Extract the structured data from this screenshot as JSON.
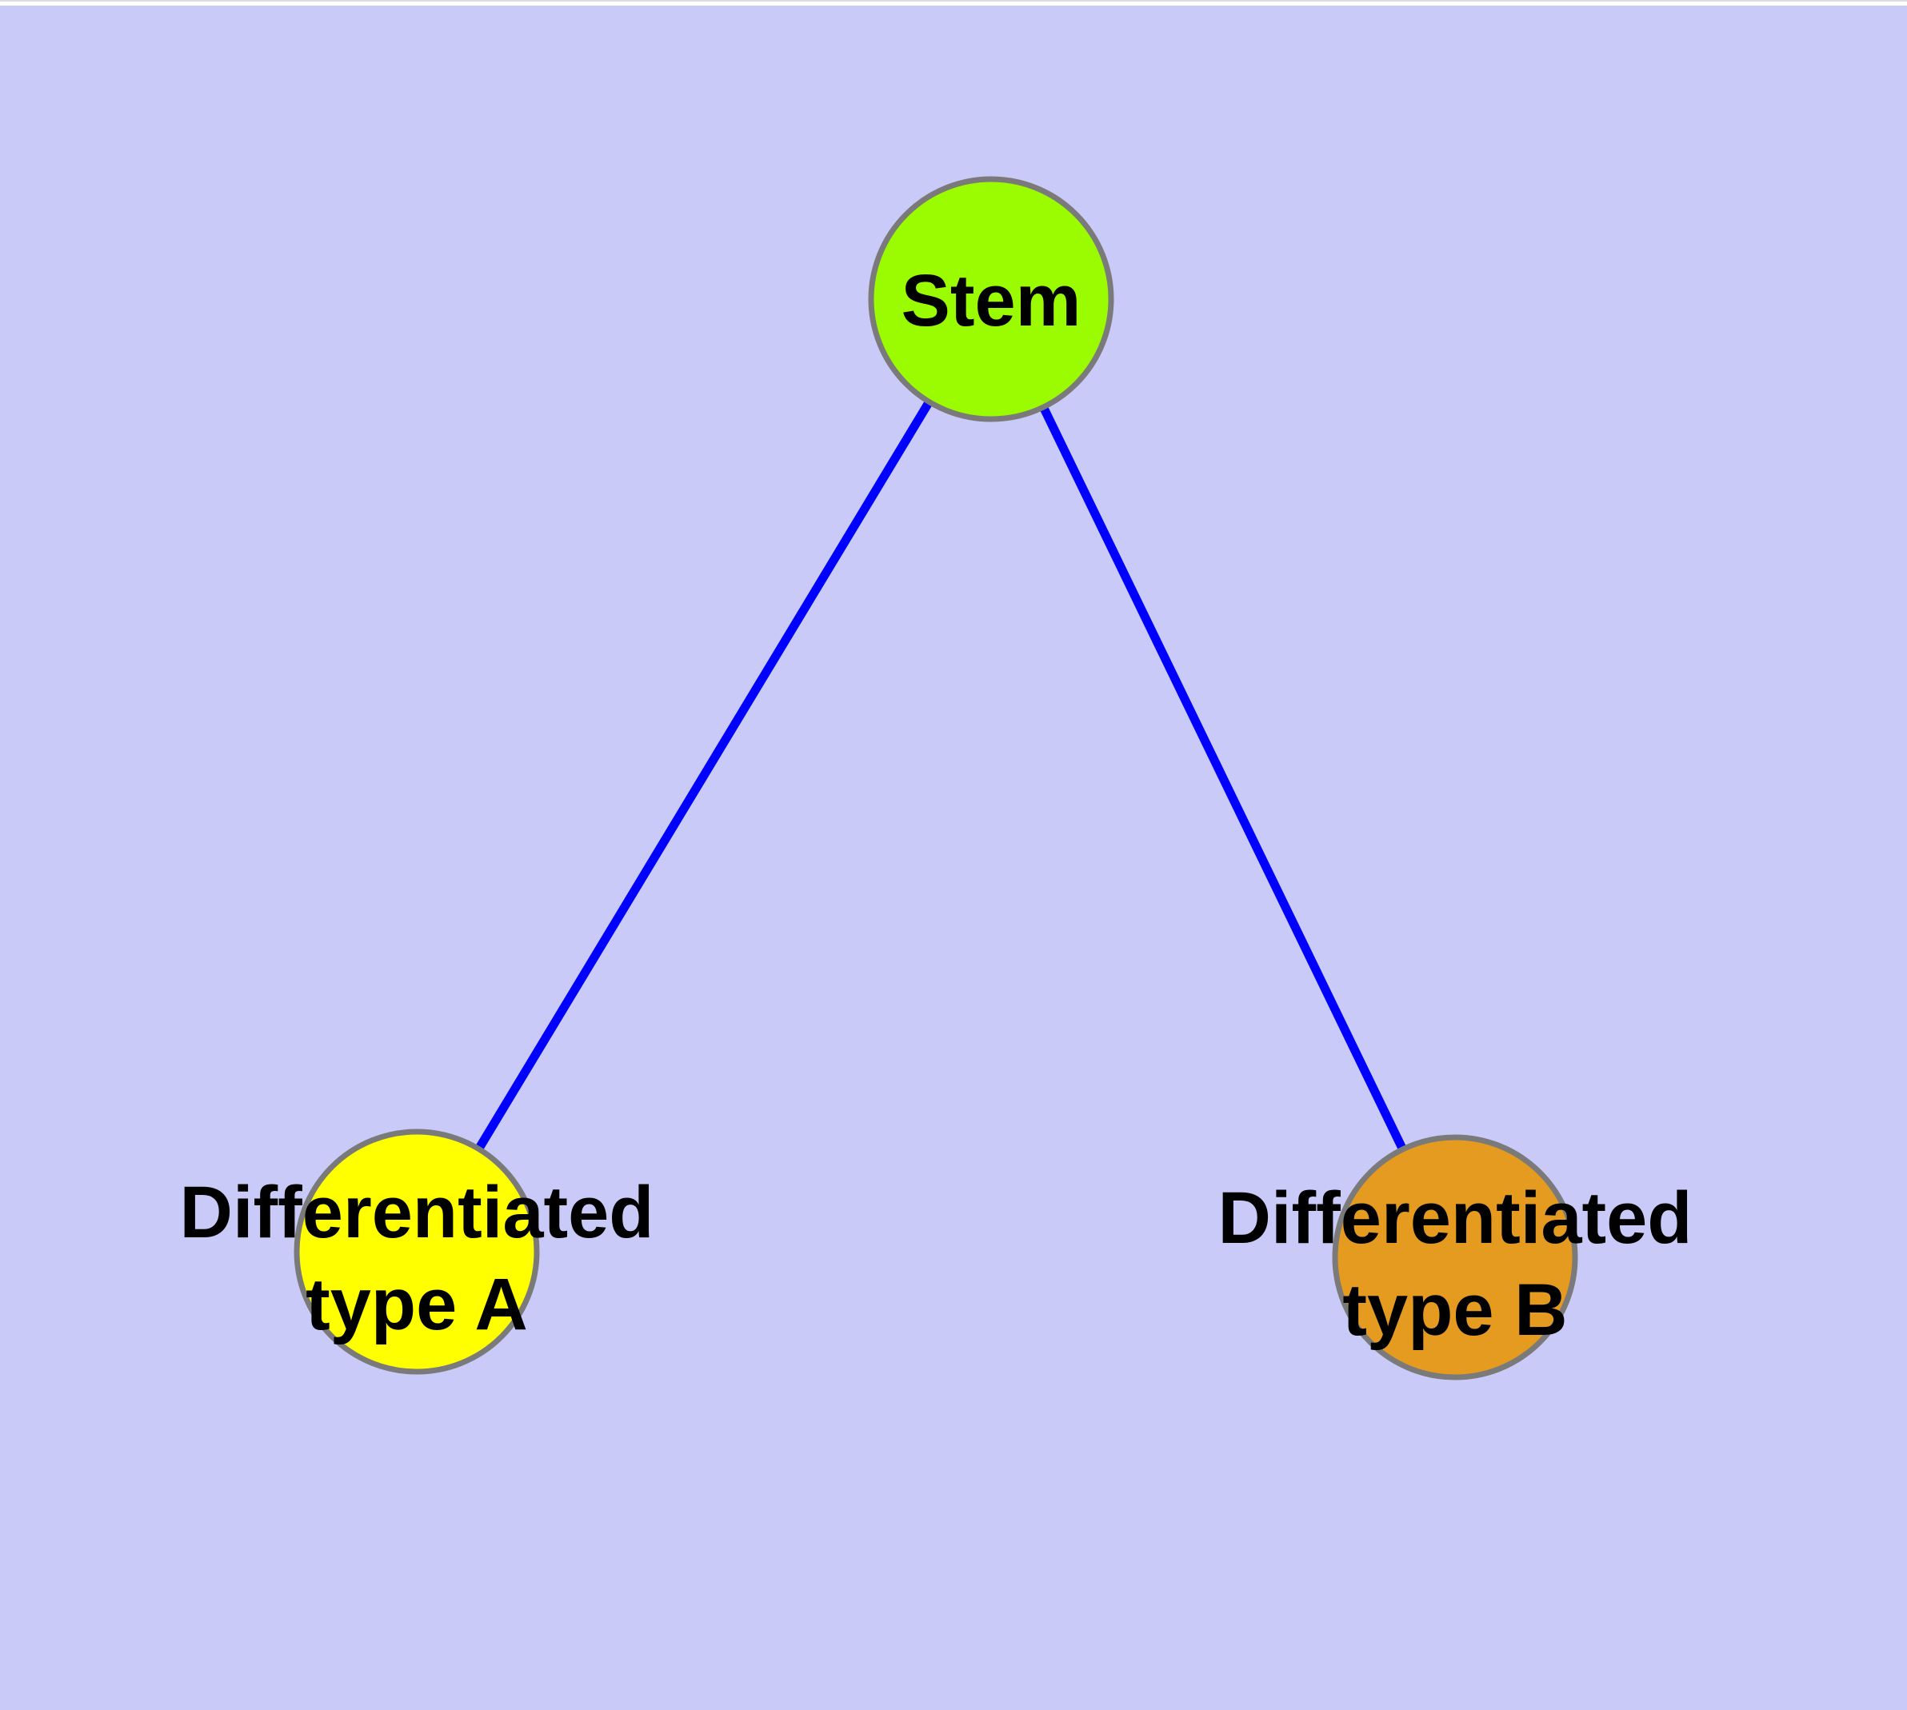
{
  "canvas": {
    "background_color": "#CACAF8",
    "top_strip_color": "#FFFFFF",
    "top_hairline_color": "#DCDCE8"
  },
  "colors": {
    "node_border": "#7A7A7A",
    "edge": "#0000FF",
    "label_text": "#000000"
  },
  "nodes": [
    {
      "id": "stem",
      "label": "Stem",
      "lines": [
        "Stem"
      ],
      "fill": "#9BFB00"
    },
    {
      "id": "differentiated-type-a",
      "label": "Differentiated type A",
      "lines": [
        "Differentiated",
        "type A"
      ],
      "fill": "#FFFF00"
    },
    {
      "id": "differentiated-type-b",
      "label": "Differentiated type B",
      "lines": [
        "Differentiated",
        "type B"
      ],
      "fill": "#E59B20"
    }
  ],
  "edges": [
    {
      "from": "Stem",
      "to": "Differentiated type A"
    },
    {
      "from": "Stem",
      "to": "Differentiated type B"
    }
  ]
}
